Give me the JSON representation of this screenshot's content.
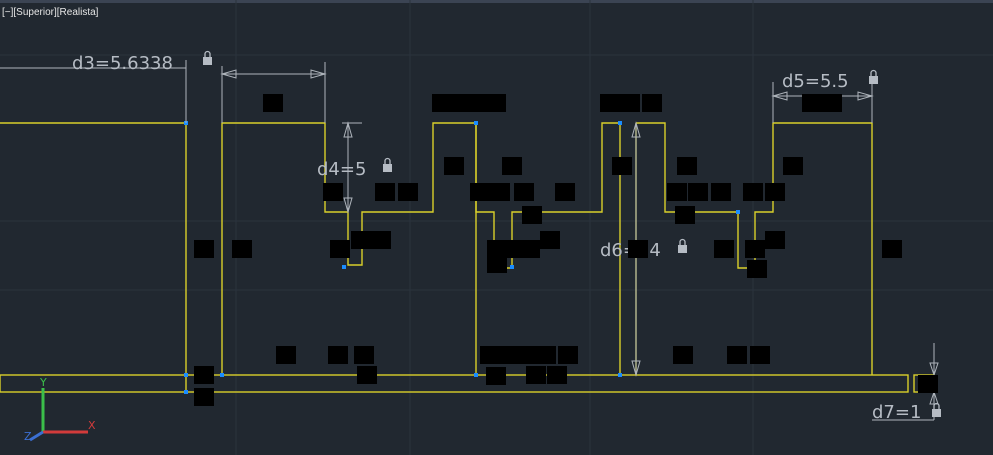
{
  "viewport": {
    "label": "[−][Superior][Realista]"
  },
  "dimensions": {
    "d3": "d3=5.6338",
    "d4": "d4=5",
    "d5": "d5=5.5",
    "d6": "d6=14",
    "d7": "d7=1"
  },
  "colors": {
    "background": "#212830",
    "geometry": "#d9cf2a",
    "grip": "#1a8cff",
    "dimension": "#aeb4bb",
    "constraint_glyph": "#8f8f8f",
    "ucs_x": "#d23b3b",
    "ucs_y": "#3bbf4a",
    "ucs_z": "#3b6fd2"
  },
  "ucs_icon": {
    "x_label": "X",
    "y_label": "Y",
    "z_label": "Z"
  }
}
